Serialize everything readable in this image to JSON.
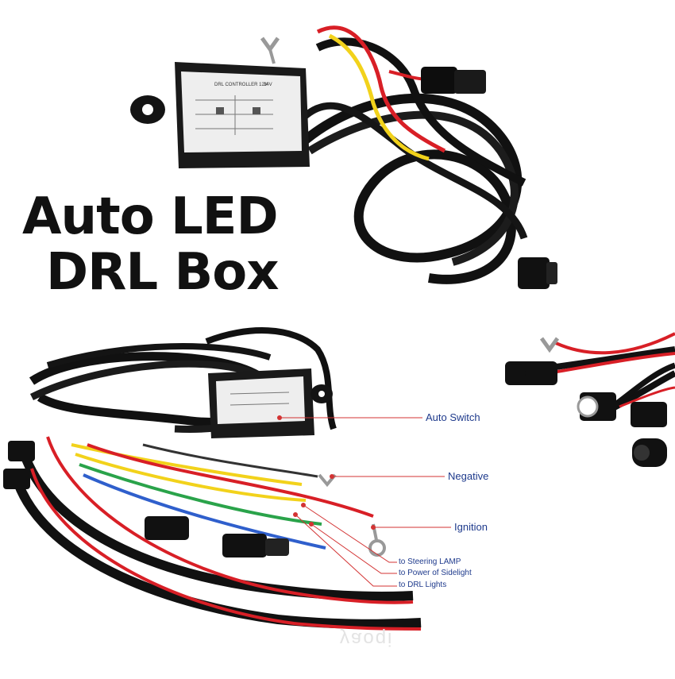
{
  "headline": {
    "line1": "Auto LED",
    "line2": "DRL Box"
  },
  "controller_label": "DRL CONTROLLER 12V",
  "controller_alt_label": "24V",
  "callouts": {
    "auto_switch": "Auto Switch",
    "negative": "Negative",
    "ignition": "Ignition",
    "steering": "to Steering LAMP",
    "sidelight": "to Power of Sidelight",
    "drl": "to DRL Lights"
  },
  "watermark": "yaoqi",
  "colors": {
    "label_text": "#1e3a8c",
    "pointer_line": "#d33333",
    "cable": "#111111",
    "wire_red": "#d81f26",
    "wire_yellow": "#f2d21b",
    "wire_green": "#2aa34a",
    "wire_blue": "#2f5fcc"
  }
}
